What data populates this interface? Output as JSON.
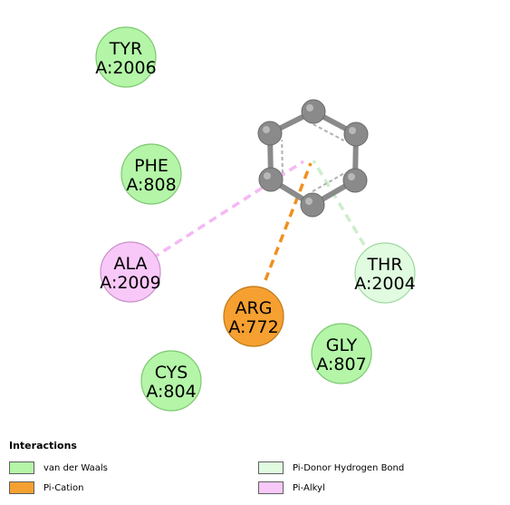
{
  "residues": [
    {
      "id": "tyr2006",
      "line1": "TYR",
      "line2": "A:2006",
      "type": "van_der_waals"
    },
    {
      "id": "phe808",
      "line1": "PHE",
      "line2": "A:808",
      "type": "van_der_waals"
    },
    {
      "id": "ala2009",
      "line1": "ALA",
      "line2": "A:2009",
      "type": "pi_alkyl"
    },
    {
      "id": "arg772",
      "line1": "ARG",
      "line2": "A:772",
      "type": "pi_cation"
    },
    {
      "id": "thr2004",
      "line1": "THR",
      "line2": "A:2004",
      "type": "pi_donor_hbond"
    },
    {
      "id": "gly807",
      "line1": "GLY",
      "line2": "A:807",
      "type": "van_der_waals"
    },
    {
      "id": "cys804",
      "line1": "CYS",
      "line2": "A:804",
      "type": "van_der_waals"
    }
  ],
  "interaction_colors": {
    "van_der_waals": {
      "fill": "#b4f5a8",
      "stroke": "#7cc870"
    },
    "pi_cation": {
      "fill": "#f5a030",
      "stroke": "#c07818"
    },
    "pi_donor_hbond": {
      "fill": "#e0fbe0",
      "stroke": "#a0d8a0"
    },
    "pi_alkyl": {
      "fill": "#f8c8f8",
      "stroke": "#c890c8"
    }
  },
  "interaction_lines": [
    {
      "from": "ala2009",
      "type": "pi_alkyl",
      "color": "#f5b8f5"
    },
    {
      "from": "arg772",
      "type": "pi_cation",
      "color": "#f09020"
    },
    {
      "from": "thr2004",
      "type": "pi_donor_hbond",
      "color": "#cdeecd"
    }
  ],
  "ligand": {
    "name": "benzene-ring",
    "atom_color": "#8a8a8a",
    "bond_color": "#8a8a8a"
  },
  "legend": {
    "title": "Interactions",
    "items": [
      {
        "label": "van der Waals",
        "color": "#b4f5a8"
      },
      {
        "label": "Pi-Cation",
        "color": "#f5a030"
      },
      {
        "label": "Pi-Donor Hydrogen Bond",
        "color": "#e0fbe0"
      },
      {
        "label": "Pi-Alkyl",
        "color": "#f8c8f8"
      }
    ]
  }
}
